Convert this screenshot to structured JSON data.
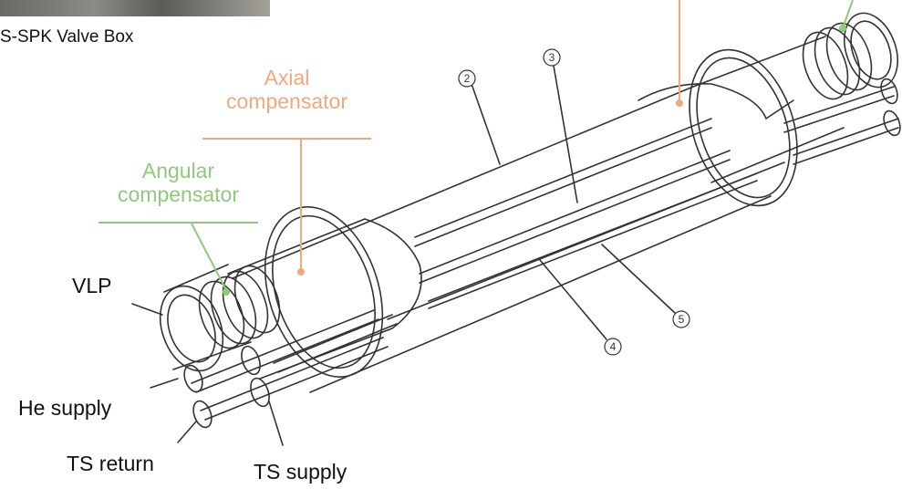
{
  "photo_caption": "S-SPK Valve Box",
  "labels": {
    "axial": {
      "line1": "Axial",
      "line2": "compensator"
    },
    "angular": {
      "line1": "Angular",
      "line2": "compensator"
    },
    "vlp": "VLP",
    "he_supply": "He supply",
    "ts_return": "TS return",
    "ts_supply": "TS supply"
  },
  "item_numbers": [
    "2",
    "3",
    "4",
    "5"
  ],
  "colors": {
    "axial": "#f2a77d",
    "angular": "#8fc97a",
    "text": "#111111",
    "drawing": "#333333"
  }
}
